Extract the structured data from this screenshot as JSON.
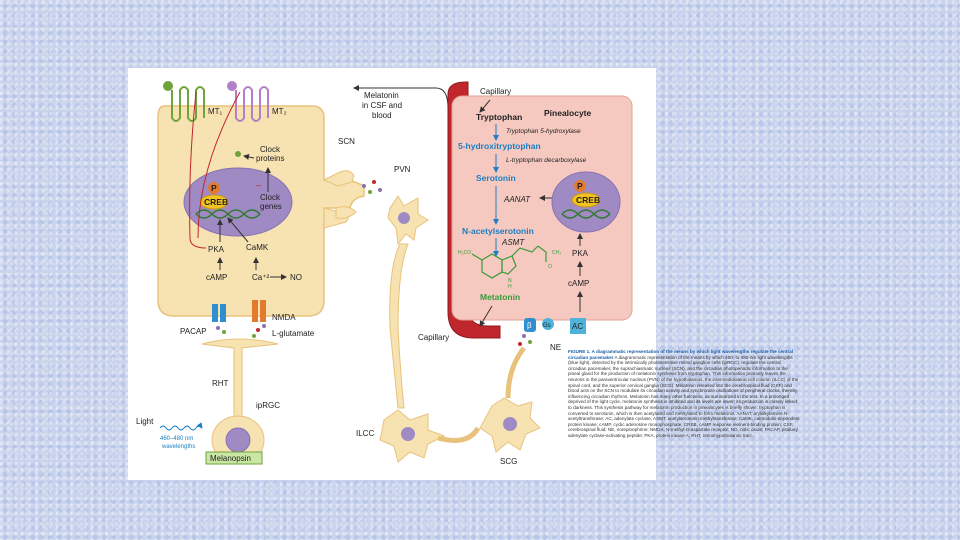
{
  "labels": {
    "mt1": "MT₁",
    "mt2": "MT₂",
    "melatonin_csf": "Melatonin\nin CSF and\nblood",
    "scn": "SCN",
    "clock_proteins": "Clock\nproteins",
    "clock_genes": "Clock\ngenes",
    "p": "P",
    "creb": "CREB",
    "pka": "PKA",
    "camk": "CaMK",
    "camp": "cAMP",
    "ca": "Ca⁺²",
    "no": "NO",
    "nmda": "NMDA",
    "pacap": "PACAP",
    "glutamate": "L-glutamate",
    "rht": "RHT",
    "iprgc": "ipRGC",
    "light": "Light",
    "wavelengths": "460–480 nm\nwavelengths",
    "melanopsin": "Melanopsin",
    "pvn": "PVN",
    "ilcc": "ILCC",
    "scg": "SCG",
    "capillary_top": "Capillary",
    "capillary_bottom": "Capillary",
    "pinealocyte": "Pinealocyte",
    "tryptophan": "Tryptophan",
    "tph": "Tryptophan 5-hydroxylase",
    "htp": "5-hydroxitryptophan",
    "aadc": "L-tryptophan decarboxylase",
    "serotonin": "Serotonin",
    "aanat": "AANAT",
    "nas": "N-acetylserotonin",
    "asmt": "ASMT",
    "metatonin": "Metatonin",
    "pka_right": "PKA",
    "camp_right": "cAMP",
    "ne": "NE",
    "beta": "β",
    "gs": "Gs",
    "ac": "AC",
    "creb_right": "CREB",
    "p_right": "P",
    "h3co": "H₃CO",
    "n": "N",
    "h": "H",
    "o": "O",
    "ch3": "CH₃"
  },
  "caption": {
    "title": "FIGURE 1. A diagrammatic representation of the means by which light wavelengths regulate the central circadian pacemaker",
    "body": "A diagrammatic representation of the means by which 460- to 480-nm light wavelengths (blue light), detected by the intrinsically photosensitive retinal ganglion cells (ipRGC), regulate the central circadian pacemaker, the suprachiasmatic nucleus (SCN), and the circadian photoperiodic information to the pineal gland for the production of melatonin synthesis from tryptophan. This information primarily leaves the neurons in the paraventricular nucleus (PVN) of the hypothalamus, the intermediolateral cell column (ILCC) of the spinal cord, and the superior cervical ganglia (SCG). Melatonin released into the cerebrospinal fluid (CSF) and blood acts on the SCN to modulate its circadian activity and synchronize oscillations of peripheral clocks, thereby influencing circadian rhythms. Melatonin has many other functions, as summarized in the text. In a prolonged deprived of the light cycle, melatonin synthesis is inhibited and its levels are lower; its production is closely linked to darkness. This synthesis pathway for melatonin production in pinealocytes is briefly shown: tryptophan is converted to serotonin, which is then acetylated and methylated to form melatonin. AANAT, arylalkylamine N-acetyltransferase; AC, adenylate cyclase; ASMT, acetylserotonin methyltransferase; CaMK, calmodulin-dependent protein kinase; cAMP, cyclic adenosine monophosphate; CREB, cAMP response element-binding protein; CSF, cerebrospinal fluid; NE, norepinephrine; NMDA, N-methyl-D-aspartate receptor; NO, nitric oxide; PACAP, pituitary adenylate cyclase-activating peptide; PKA, protein kinase A; RHT, retinohypothalamic tract."
  },
  "colors": {
    "cell": "#f7e3b2",
    "cell_border": "#e8c27a",
    "nucleus": "#a08ac4",
    "pineal": "#f6c9c0",
    "capillary": "#c0272d",
    "blue_text": "#1a7fc4",
    "green_molecule": "#3a9a3a",
    "background": "#c9d3ec"
  }
}
